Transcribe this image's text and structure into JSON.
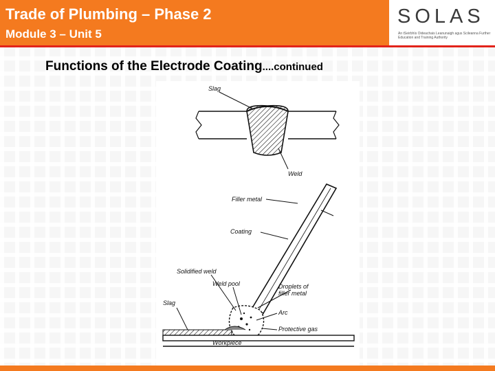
{
  "header": {
    "title": "Trade of Plumbing – Phase 2",
    "subtitle": "Module 3 – Unit 5",
    "accent_color": "#f47a1f",
    "rule_color": "#e2231a"
  },
  "logo": {
    "wordmark": "SOLAS",
    "tagline": "An tSeirbhís Oideachais Leanunaigh agus Scileanna Further Education and Training Authority"
  },
  "slide": {
    "heading": "Functions of the Electrode Coating",
    "heading_suffix": "....continued"
  },
  "figure": {
    "labels": {
      "slag_top": "Slag",
      "weld": "Weld",
      "filler_metal": "Filler metal",
      "coating": "Coating",
      "solidified_weld": "Solidified weld",
      "weld_pool": "Weld pool",
      "droplets": "Droplets of",
      "droplets_line2": "filler metal",
      "slag_bottom": "Slag",
      "arc": "Arc",
      "protective_gas": "Protective gas",
      "workpiece": "Workpiece"
    }
  }
}
